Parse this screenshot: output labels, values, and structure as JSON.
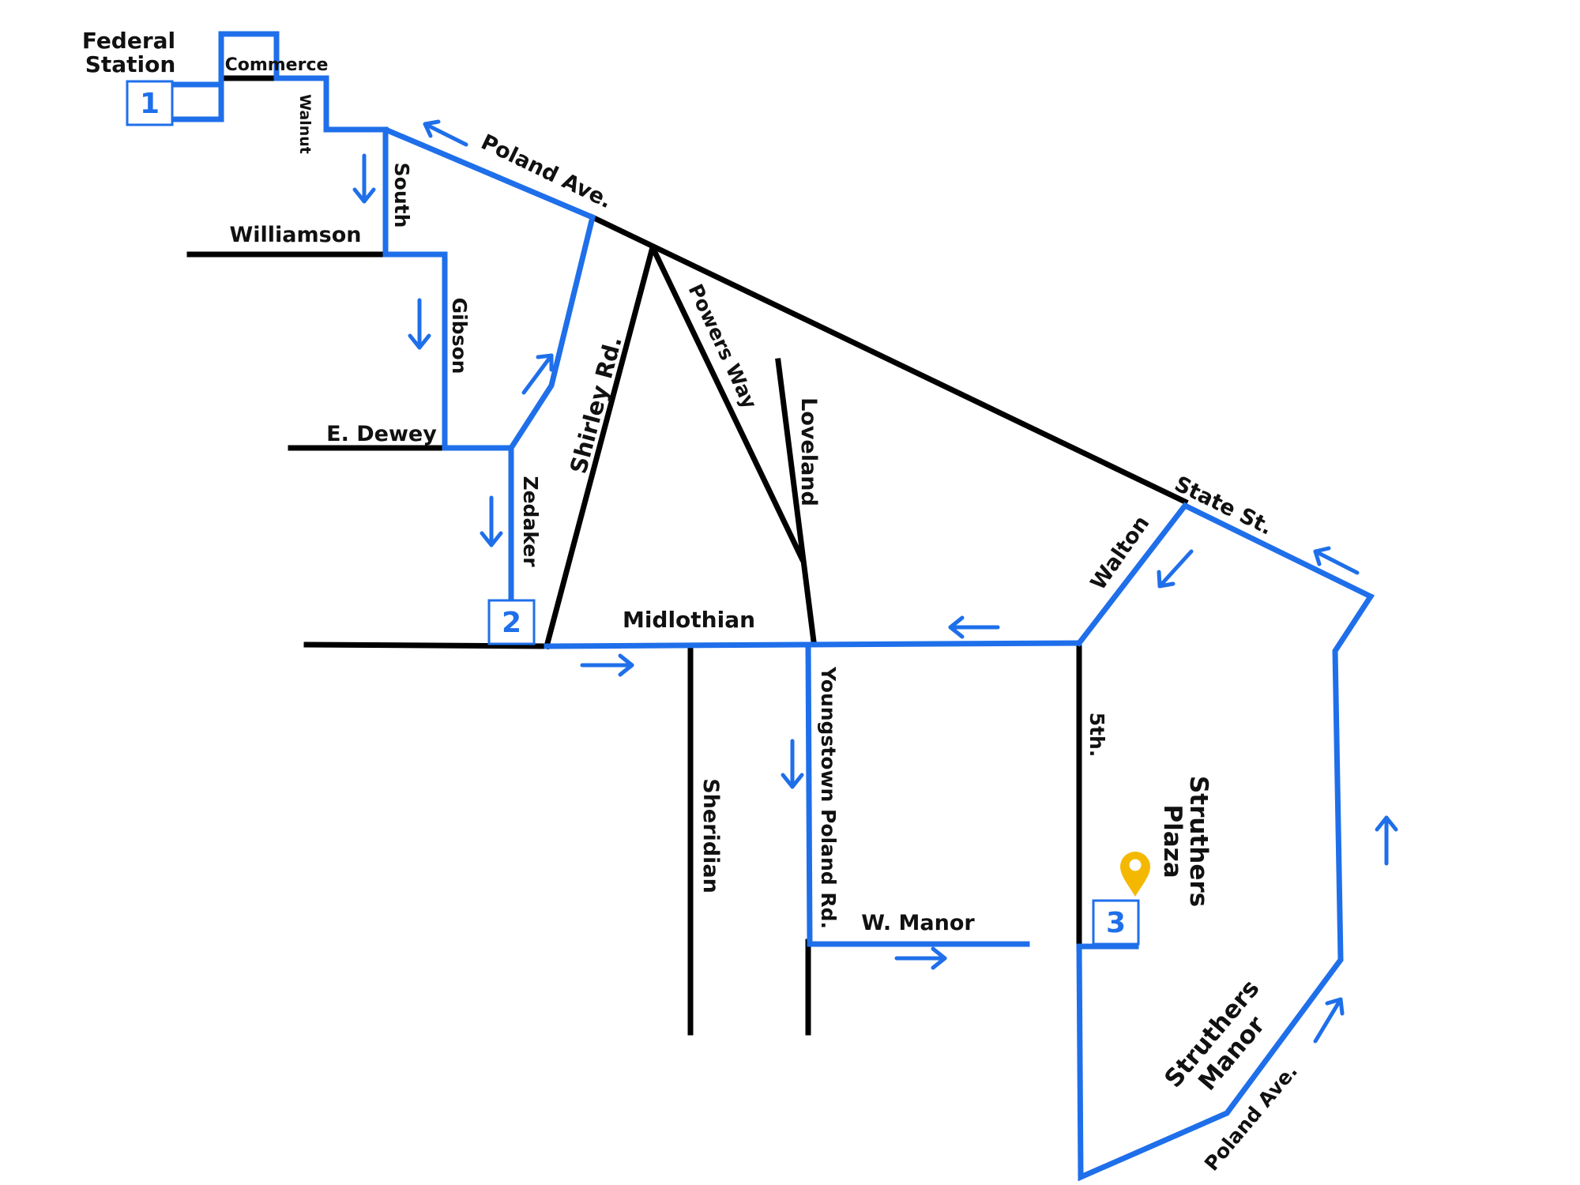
{
  "colors": {
    "route": "#1f6fea",
    "street": "#000000",
    "pin": "#f5b800"
  },
  "origin": {
    "line1": "Federal",
    "line2": "Station"
  },
  "stops": [
    "1",
    "2",
    "3"
  ],
  "destination": {
    "icon": "location-pin-icon",
    "label_line1": "Struthers",
    "label_line2": "Plaza"
  },
  "area": {
    "line1": "Struthers",
    "line2": "Manor"
  },
  "streets": {
    "commerce": "Commerce",
    "walnut": "Walnut",
    "poland_ave": "Poland Ave.",
    "south": "South",
    "williamson": "Williamson",
    "gibson": "Gibson",
    "e_dewey": "E. Dewey",
    "zedaker": "Zedaker",
    "shirley_rd": "Shirley Rd.",
    "powers_way": "Powers Way",
    "loveland": "Loveland",
    "state_st": "State St.",
    "walton": "Walton",
    "midlothian": "Midlothian",
    "sheridian": "Sheridian",
    "youngstown_poland_rd": "Youngstown Poland Rd.",
    "fifth": "5th.",
    "w_manor": "W. Manor",
    "poland_ave_south": "Poland Ave."
  }
}
